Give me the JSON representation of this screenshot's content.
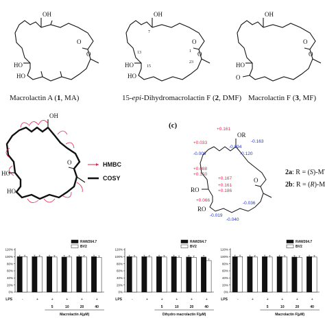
{
  "compounds": [
    {
      "name": "Macrolactin A (",
      "num": "1",
      "abbr": ", MA)",
      "prefix": ""
    },
    {
      "name": "-Dihydromacrolactin F (",
      "num": "2",
      "abbr": ", DMF)",
      "prefix": "15-",
      "italic": "epi"
    },
    {
      "name": "Macrolactin F (",
      "num": "3",
      "abbr": ", MF)",
      "prefix": ""
    }
  ],
  "atoms": {
    "oh": "OH",
    "ho": "HO",
    "o": "O",
    "or": "OR",
    "ro": "RO",
    "c7": "7",
    "c1": "1",
    "c13": "13",
    "c15": "15",
    "c23": "23"
  },
  "panel_label_c": "(c)",
  "legend_nmr": {
    "hmbc": "HMBC",
    "cosy": "COSY"
  },
  "mtpa": {
    "a_num": "2a",
    "a_text": ": R = (",
    "a_cfg": "S",
    "a_tail": ")-MTPA",
    "b_num": "2b",
    "b_text": ": R = (",
    "b_cfg": "R",
    "b_tail": ")-MTPA"
  },
  "deltas": {
    "red": [
      "+0.161",
      "+0.033",
      "+0.088",
      "+0.150",
      "+0.167",
      "+0.161",
      "+0.186",
      "+0.066"
    ],
    "blue": [
      "-0.094",
      "-0.163",
      "-0.120",
      "-0.009",
      "-0.036",
      "-0.019",
      "-0.040"
    ]
  },
  "colors": {
    "red": "#e8254e",
    "blue": "#2434c8",
    "black": "#111111",
    "bar_a": "#111111",
    "bar_b": "#ffffff"
  },
  "chart_data": [
    {
      "type": "bar",
      "legend": [
        "RAW264.7",
        "BV2"
      ],
      "xlabel": "Macrolactin A(μM)",
      "lps_label": "LPS",
      "row_lps": [
        "-",
        "+",
        "+",
        "+",
        "+",
        "+"
      ],
      "row_conc": [
        "",
        "",
        "5",
        "10",
        "20",
        "40"
      ],
      "yticks": [
        "0%",
        "20%",
        "40%",
        "60%",
        "80%",
        "100%",
        "120%"
      ],
      "ylim": [
        0,
        120
      ],
      "series": [
        {
          "name": "RAW264.7",
          "values": [
            100,
            100,
            100,
            99,
            100,
            100
          ]
        },
        {
          "name": "BV2",
          "values": [
            100,
            100,
            99,
            99,
            99,
            98
          ]
        }
      ]
    },
    {
      "type": "bar",
      "legend": [
        "RAW264.7",
        "BV2"
      ],
      "xlabel": "Dihydro macrolactin F(μM)",
      "lps_label": "LPS",
      "row_lps": [
        "-",
        "+",
        "+",
        "+",
        "+",
        "+"
      ],
      "row_conc": [
        "",
        "",
        "5",
        "10",
        "20",
        "40"
      ],
      "yticks": [
        "0%",
        "20%",
        "40%",
        "60%",
        "80%",
        "100%",
        "120%"
      ],
      "ylim": [
        0,
        120
      ],
      "series": [
        {
          "name": "RAW264.7",
          "values": [
            100,
            100,
            100,
            100,
            99,
            99
          ]
        },
        {
          "name": "BV2",
          "values": [
            99,
            99,
            99,
            98,
            98,
            89
          ]
        }
      ]
    },
    {
      "type": "bar",
      "legend": [
        "RAW264.7",
        "BV2"
      ],
      "xlabel": "Macrolactin F(μM)",
      "lps_label": "LPS",
      "row_lps": [
        "-",
        "+",
        "+",
        "+",
        "+",
        "+"
      ],
      "row_conc": [
        "",
        "",
        "5",
        "10",
        "20",
        "40"
      ],
      "yticks": [
        "0%",
        "20%",
        "40%",
        "60%",
        "80%",
        "100%",
        "120%"
      ],
      "ylim": [
        0,
        120
      ],
      "series": [
        {
          "name": "RAW264.7",
          "values": [
            100,
            100,
            100,
            100,
            99,
            100
          ]
        },
        {
          "name": "BV2",
          "values": [
            100,
            99,
            99,
            99,
            98,
            99
          ]
        }
      ]
    }
  ]
}
